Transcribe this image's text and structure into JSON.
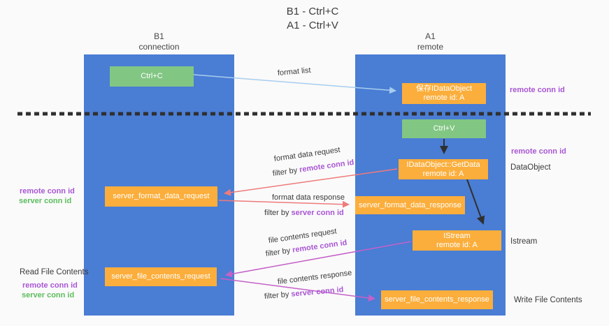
{
  "title": {
    "line1": "B1 - Ctrl+C",
    "line2": "A1 - Ctrl+V"
  },
  "lanes": {
    "left": {
      "name": "B1",
      "subtitle": "connection"
    },
    "right": {
      "name": "A1",
      "subtitle": "remote"
    }
  },
  "nodes": {
    "ctrl_c": "Ctrl+C",
    "ctrl_v": "Ctrl+V",
    "save_dataobject": {
      "line1": "保存IDataObject",
      "line2": "remote id: A"
    },
    "getdata": {
      "line1": "IDataObject::GetData",
      "line2": "remote id: A"
    },
    "istream": {
      "line1": "IStream",
      "line2": "remote id: A"
    },
    "format_request": "server_format_data_request",
    "format_response": "server_format_data_response",
    "file_request": "server_file_contents_request",
    "file_response": "server_file_contents_response"
  },
  "edge_labels": {
    "format_list": "format list",
    "format_data_request": "format data request",
    "format_data_response": "format data response",
    "file_contents_request": "file contents request",
    "file_contents_response": "file contents response",
    "filter_by": "filter by"
  },
  "annotations": {
    "remote_conn_id": "remote conn id",
    "server_conn_id": "server conn id",
    "dataobject": "DataObject",
    "istream": "Istream",
    "read_file_contents": "Read File Contents",
    "write_file_contents": "Write File Contents"
  },
  "colors": {
    "lane_blue": "#4a7dd4",
    "node_orange": "#fbae3c",
    "node_green": "#82c683",
    "remote_conn_id_purple": "#a956d4",
    "server_conn_id_green": "#5bbd5d",
    "arrow_format_list_blue": "#a8cdee",
    "arrow_format_data_salmon": "#ee7b7b",
    "arrow_file_contents_magenta": "#c561c8",
    "arrow_black": "#303030"
  }
}
